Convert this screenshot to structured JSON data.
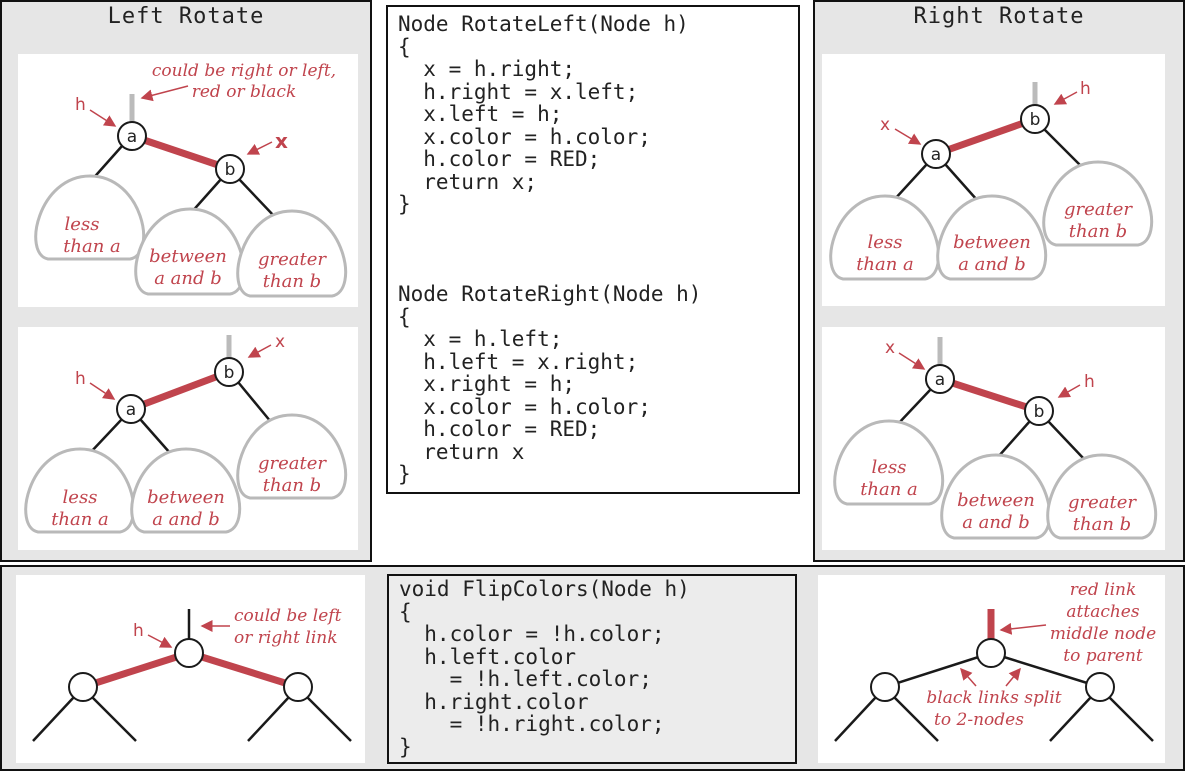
{
  "colors": {
    "red_link": "#c0444d",
    "black_link": "#1a1a1a",
    "subtree_outline": "#b9b9b9",
    "panel_bg": "#e6e6e6",
    "card_bg": "#ffffff"
  },
  "left_rotate": {
    "title": "Left Rotate",
    "before": {
      "h_label": "h",
      "x_label": "x",
      "note_line1": "could be right or left,",
      "note_line2": "red or black",
      "node_a": "a",
      "node_b": "b",
      "sub1_line1": "less",
      "sub1_line2": "than a",
      "sub2_line1": "between",
      "sub2_line2": "a and b",
      "sub3_line1": "greater",
      "sub3_line2": "than b"
    },
    "after": {
      "h_label": "h",
      "x_label": "x",
      "node_a": "a",
      "node_b": "b",
      "sub1_line1": "less",
      "sub1_line2": "than a",
      "sub2_line1": "between",
      "sub2_line2": "a and b",
      "sub3_line1": "greater",
      "sub3_line2": "than b"
    }
  },
  "right_rotate": {
    "title": "Right Rotate",
    "before": {
      "h_label": "h",
      "x_label": "x",
      "node_a": "a",
      "node_b": "b",
      "sub1_line1": "less",
      "sub1_line2": "than a",
      "sub2_line1": "between",
      "sub2_line2": "a and b",
      "sub3_line1": "greater",
      "sub3_line2": "than b"
    },
    "after": {
      "h_label": "h",
      "x_label": "x",
      "node_a": "a",
      "node_b": "b",
      "sub1_line1": "less",
      "sub1_line2": "than a",
      "sub2_line1": "between",
      "sub2_line2": "a and b",
      "sub3_line1": "greater",
      "sub3_line2": "than b"
    }
  },
  "code_rotate": "Node RotateLeft(Node h)\n{\n  x = h.right;\n  h.right = x.left;\n  x.left = h;\n  x.color = h.color;\n  h.color = RED;\n  return x;\n}\n\n\n\nNode RotateRight(Node h)\n{\n  x = h.left;\n  h.left = x.right;\n  x.right = h;\n  x.color = h.color;\n  h.color = RED;\n  return x\n}",
  "code_flip": "void FlipColors(Node h)\n{\n  h.color = !h.color;\n  h.left.color\n    = !h.left.color;\n  h.right.color\n    = !h.right.color;\n}",
  "flip_left": {
    "h_label": "h",
    "note_line1": "could be left",
    "note_line2": "or right link"
  },
  "flip_right": {
    "note_line1": "red link",
    "note_line2": "attaches",
    "note_line3": "middle node",
    "note_line4": "to parent",
    "note2_line1": "black links split",
    "note2_line2": "to 2-nodes"
  }
}
